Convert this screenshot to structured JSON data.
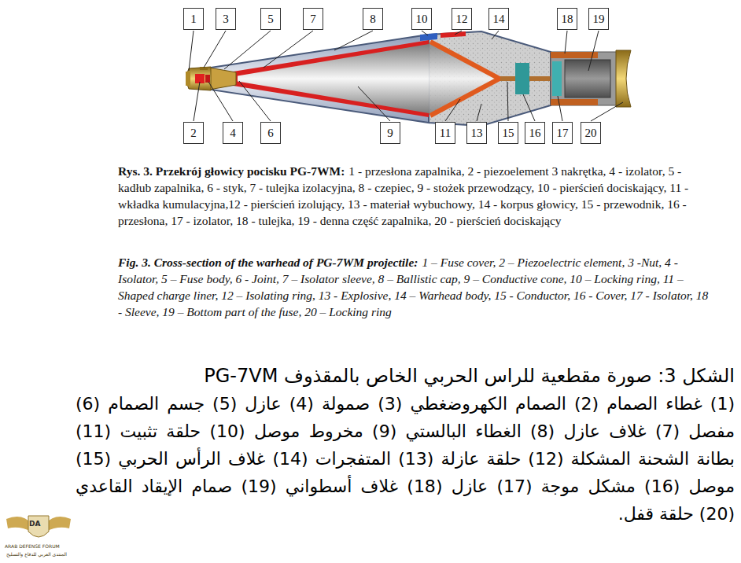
{
  "diagram": {
    "nodes": [
      {
        "text": [
          "1"
        ]
      },
      {
        "text": [
          "3"
        ]
      },
      {
        "text": [
          "5"
        ]
      },
      {
        "text": [
          "7"
        ]
      },
      {
        "text": [
          "8"
        ]
      },
      {
        "text": [
          "10"
        ]
      },
      {
        "text": [
          "12"
        ]
      },
      {
        "text": [
          "14"
        ]
      },
      {
        "text": [
          "18"
        ]
      },
      {
        "text": [
          "19"
        ]
      },
      {
        "text": [
          "2"
        ]
      },
      {
        "text": [
          "4"
        ]
      },
      {
        "text": [
          "6"
        ]
      },
      {
        "text": [
          "9"
        ]
      },
      {
        "text": [
          "11"
        ]
      },
      {
        "text": [
          "13"
        ]
      },
      {
        "text": [
          "15"
        ]
      },
      {
        "text": [
          "16"
        ]
      },
      {
        "text": [
          "17"
        ]
      },
      {
        "text": [
          "20"
        ]
      }
    ],
    "labels": [
      "Rys. 3. Przekrój głowicy pocisku PG-7WM:",
      "1 - przesłona zapalnika, 2 - piezoelement 3 nakrętka, 4 - izolator, 5 - kadłub zapalnika, 6 - styk, 7 - tulejka izolacyjna, 8 - czepiec, 9 - stożek przewodzący, 10 - pierścień dociskający, 11 - wkładka kumulacyjna,12 - pierścień izolujący, 13 - materiał wybuchowy, 14 - korpus głowicy, 15 - przewodnik, 16 - przesłona, 17 - izolator, 18 - tulejka, 19 - denna część zapalnika, 20 - pierścień dociskający",
      "Fig. 3. Cross-section of the warhead of PG-7WM projectile:",
      "1 – Fuse cover, 2 – Piezoelectric element, 3 -Nut, 4 - Isolator, 5 – Fuse body, 6 - Joint, 7 – Isolator sleeve, 8 – Ballistic cap, 9 – Conductive cone, 10 – Locking ring, 11 – Shaped charge liner, 12 – Isolating ring, 13 - Explosive, 14 – Warhead body, 15 - Conductor, 16 - Cover, 17 - Isolator, 18 - Sleeve, 19 – Bottom part of the fuse, 20 – Locking ring",
      "الشكل 3: صورة مقطعية للراس الحربي الخاص بالمقذوف PG-7VM",
      "(1) غطاء الصمام (2) الصمام الكهروضغطي (3) صمولة (4) عازل (5) جسم الصمام (6) مفصل (7) غلاف عازل (8) الغطاء البالستي (9) مخروط موصل (10) حلقة تثبيت (11) بطانة الشحنة المشكلة (12) حلقة عازلة (13) المتفجرات (14) غلاف الرأس الحربي (15) موصل (16) مشكل موجة (17) عازل (18) غلاف أسطواني (19) صمام الإيقاد القاعدي (20) حلقة قفل.",
      "DA",
      "ARAB DEFENSE FORUM",
      "المنتدى العربي للدفاع والتسليح"
    ]
  }
}
